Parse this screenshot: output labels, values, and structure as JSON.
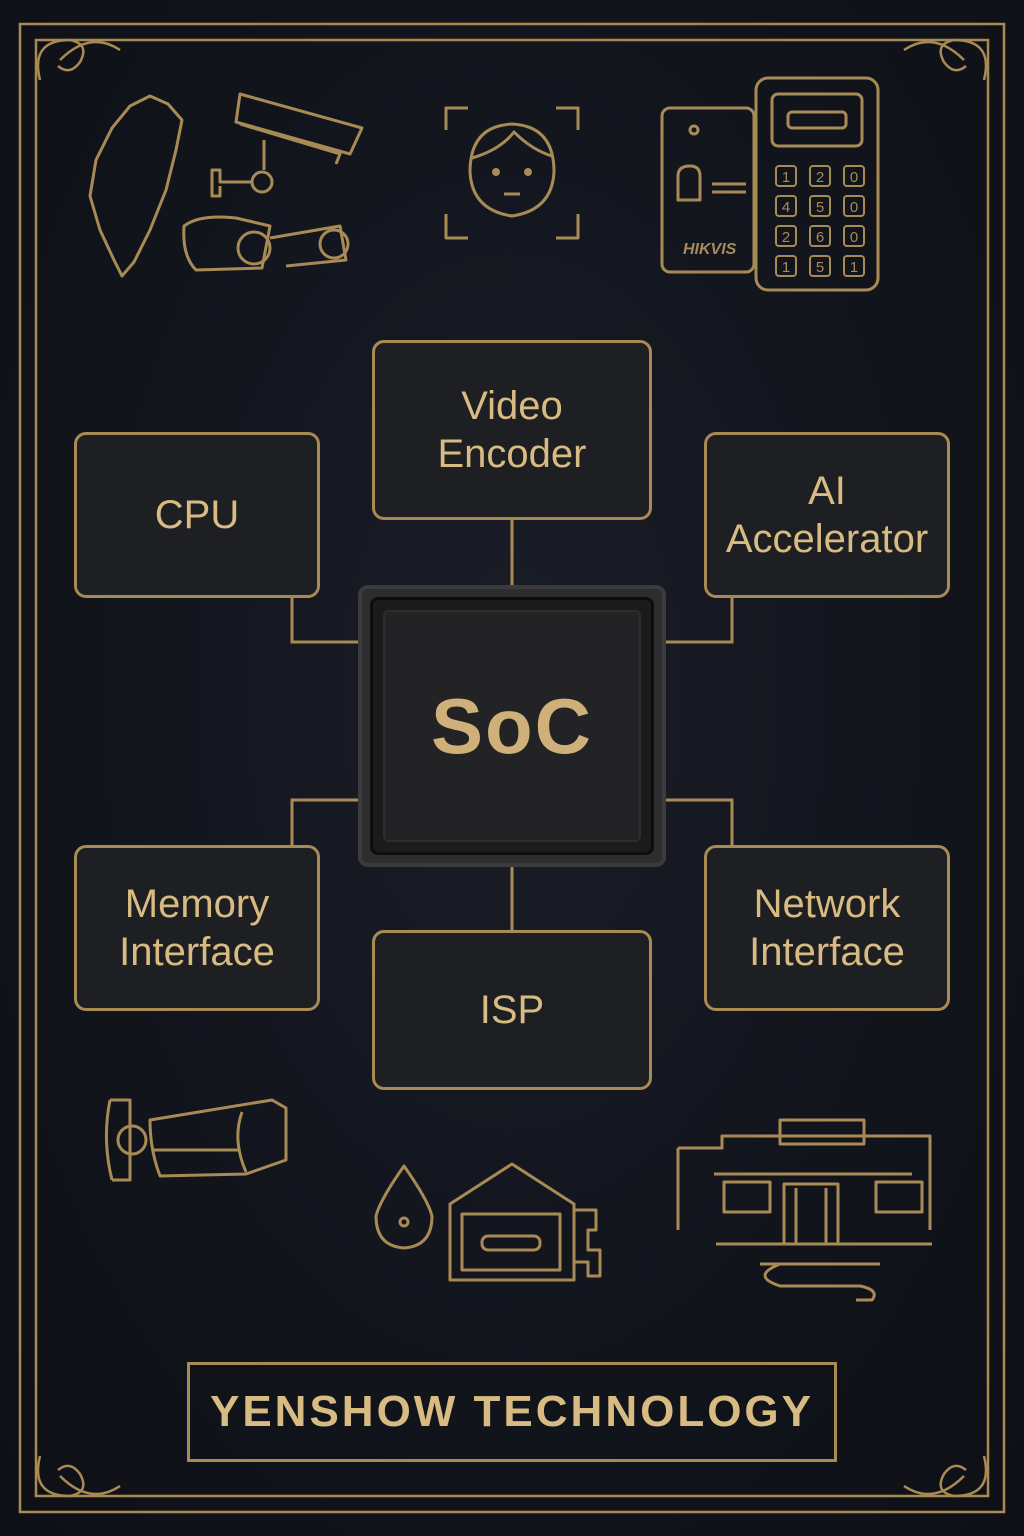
{
  "diagram": {
    "center": {
      "label": "SoC"
    },
    "blocks": {
      "video_encoder": "Video\nEncoder",
      "cpu": "CPU",
      "ai_accelerator": "AI\nAccelerator",
      "memory_interface": "Memory\nInterface",
      "isp": "ISP",
      "network_interface": "Network\nInterface"
    }
  },
  "icons": {
    "access_panel_brand": "HIKVIS",
    "keypad_keys": [
      "1",
      "2",
      "0",
      "4",
      "5",
      "0",
      "2",
      "6",
      "0",
      "1",
      "5",
      "1"
    ]
  },
  "footer": {
    "brand": "YENSHOW TECHNOLOGY"
  },
  "colors": {
    "background": "#12141c",
    "accent": "#a88a55",
    "text": "#d8bb82",
    "chip": "#2d2d2f"
  }
}
